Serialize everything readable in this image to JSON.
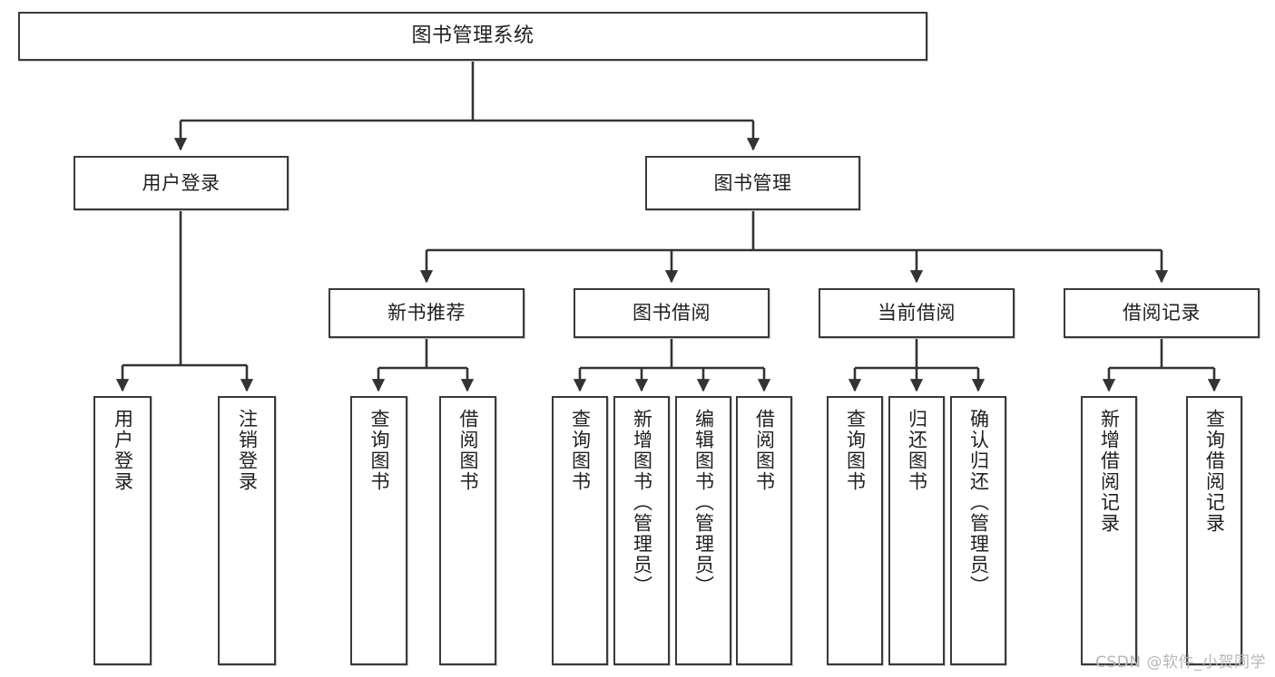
{
  "diagram": {
    "type": "tree-hierarchy",
    "title": "图书管理系统",
    "watermark": "CSDN @软件_小贺同学",
    "colors": {
      "box_border": "#3a3a3a",
      "box_fill": "#ffffff",
      "edge": "#333333",
      "text": "#1f1f1f",
      "watermark": "#b6b6b6",
      "background": "#ffffff"
    },
    "nodes": {
      "root": {
        "label": "图书管理系统"
      },
      "level2": [
        {
          "id": "user-login",
          "label": "用户登录"
        },
        {
          "id": "book-manage",
          "label": "图书管理"
        }
      ],
      "level3": [
        {
          "id": "new-book-recommend",
          "label": "新书推荐"
        },
        {
          "id": "book-borrow",
          "label": "图书借阅"
        },
        {
          "id": "current-borrow",
          "label": "当前借阅"
        },
        {
          "id": "borrow-record",
          "label": "借阅记录"
        }
      ],
      "leaves": {
        "user-login": [
          {
            "id": "leaf-user-login",
            "label": "用户登录"
          },
          {
            "id": "leaf-logout-login",
            "label": "注销登录"
          }
        ],
        "new-book-recommend": [
          {
            "id": "leaf-query-book-1",
            "label": "查询图书"
          },
          {
            "id": "leaf-borrow-book-1",
            "label": "借阅图书"
          }
        ],
        "book-borrow": [
          {
            "id": "leaf-query-book-2",
            "label": "查询图书"
          },
          {
            "id": "leaf-add-book",
            "label": "新增图书（管理员）"
          },
          {
            "id": "leaf-edit-book",
            "label": "编辑图书（管理员）"
          },
          {
            "id": "leaf-borrow-book-2",
            "label": "借阅图书"
          }
        ],
        "current-borrow": [
          {
            "id": "leaf-query-book-3",
            "label": "查询图书"
          },
          {
            "id": "leaf-return-book",
            "label": "归还图书"
          },
          {
            "id": "leaf-confirm-return",
            "label": "确认归还（管理员）"
          }
        ],
        "borrow-record": [
          {
            "id": "leaf-add-record",
            "label": "新增借阅记录"
          },
          {
            "id": "leaf-query-record",
            "label": "查询借阅记录"
          }
        ]
      }
    }
  }
}
